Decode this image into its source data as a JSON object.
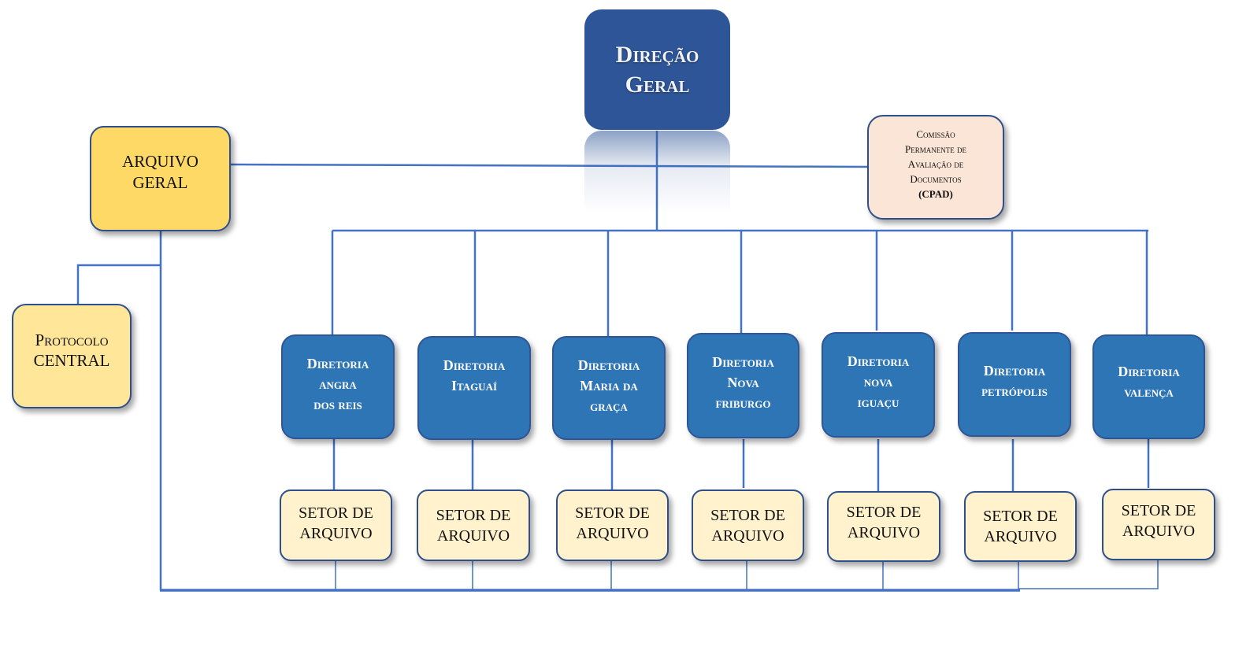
{
  "diagram": {
    "type": "organizational-chart",
    "colors": {
      "head": "#2e5597",
      "directorate": "#2e75b6",
      "archive_general": "#ffd966",
      "protocol": "#ffe699",
      "commission": "#fbe5d6",
      "archive_sector": "#fff2cc",
      "connector": "#4472c4"
    },
    "head": {
      "line1": "Direção",
      "line2": "Geral"
    },
    "archive_general": {
      "line1": "ARQUIVO",
      "line2": "GERAL"
    },
    "protocol": {
      "line1": "Protocolo",
      "line2": "CENTRAL"
    },
    "commission": {
      "line1": "Comissão",
      "line2": "Permanente de",
      "line3": "Avaliação de",
      "line4": "Documentos",
      "line5": "(CPAD)"
    },
    "directorates": [
      {
        "lines": [
          "Diretoria",
          "angra",
          "dos reis"
        ]
      },
      {
        "lines": [
          "Diretoria",
          "Itaguaí",
          ""
        ]
      },
      {
        "lines": [
          "Diretoria",
          "Maria da",
          "graça"
        ]
      },
      {
        "lines": [
          "Diretoria",
          "Nova",
          "friburgo"
        ]
      },
      {
        "lines": [
          "Diretoria",
          "nova",
          "iguaçu"
        ]
      },
      {
        "lines": [
          "Diretoria",
          "petrópolis",
          ""
        ]
      },
      {
        "lines": [
          "Diretoria",
          "valença",
          ""
        ]
      }
    ],
    "archive_sectors": [
      {
        "line1": "SETOR DE",
        "line2": "ARQUIVO"
      },
      {
        "line1": "SETOR DE",
        "line2": "ARQUIVO"
      },
      {
        "line1": "SETOR DE",
        "line2": "ARQUIVO"
      },
      {
        "line1": "SETOR DE",
        "line2": "ARQUIVO"
      },
      {
        "line1": "SETOR DE",
        "line2": "ARQUIVO"
      },
      {
        "line1": "SETOR DE",
        "line2": "ARQUIVO"
      },
      {
        "line1": "SETOR DE",
        "line2": "ARQUIVO"
      }
    ]
  }
}
